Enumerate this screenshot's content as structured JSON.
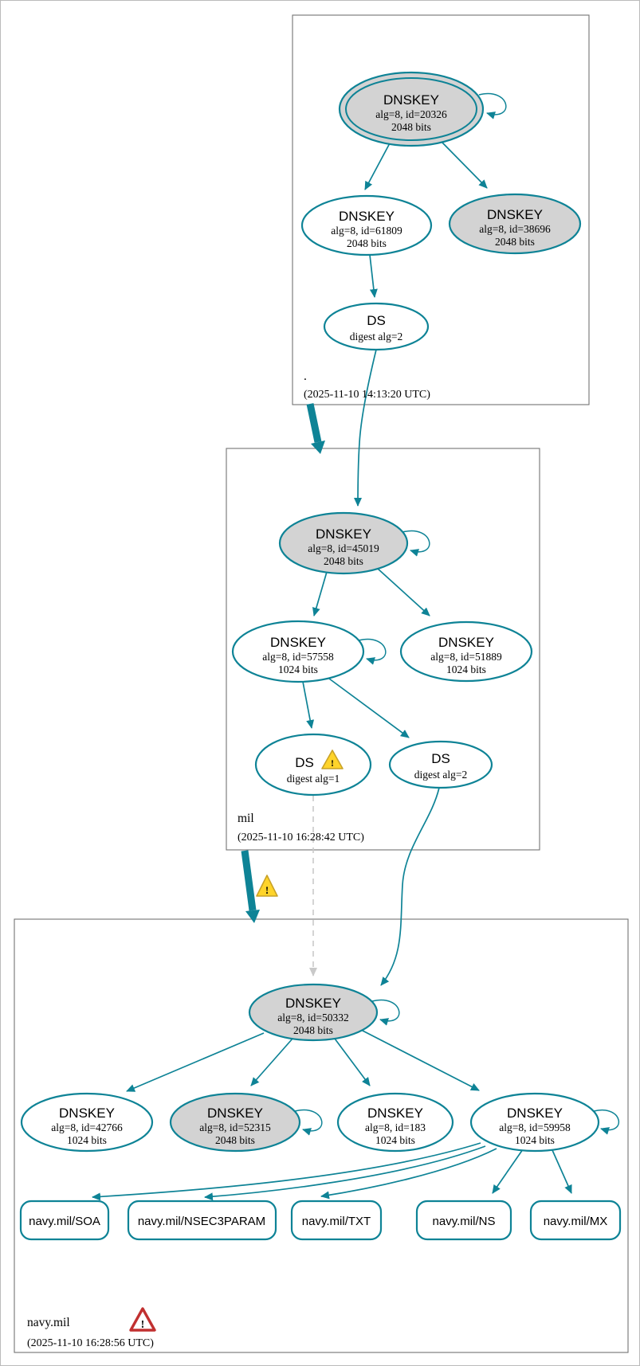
{
  "diagram": {
    "kind": "DNSSEC authentication chain graph",
    "colors": {
      "secure_edge": "#0e8396",
      "node_fill_gray": "#d3d3d3",
      "node_fill_white": "#ffffff",
      "zone_border": "#737373",
      "insecure_dashed": "#c9c9c9",
      "warning_yellow": "#FFD42A",
      "error_red": "#C13030"
    }
  },
  "zones": {
    "root": {
      "name": ".",
      "timestamp": "(2025-11-10 14:13:20 UTC)",
      "nodes": {
        "ksk": {
          "title": "DNSKEY",
          "detail": "alg=8, id=20326",
          "bits": "2048 bits"
        },
        "zsk": {
          "title": "DNSKEY",
          "detail": "alg=8, id=61809",
          "bits": "2048 bits"
        },
        "key3": {
          "title": "DNSKEY",
          "detail": "alg=8, id=38696",
          "bits": "2048 bits"
        },
        "ds": {
          "title": "DS",
          "detail": "digest alg=2"
        }
      }
    },
    "mil": {
      "name": "mil",
      "timestamp": "(2025-11-10 16:28:42 UTC)",
      "nodes": {
        "ksk": {
          "title": "DNSKEY",
          "detail": "alg=8, id=45019",
          "bits": "2048 bits"
        },
        "zsk": {
          "title": "DNSKEY",
          "detail": "alg=8, id=57558",
          "bits": "1024 bits"
        },
        "key3": {
          "title": "DNSKEY",
          "detail": "alg=8, id=51889",
          "bits": "1024 bits"
        },
        "ds1": {
          "title": "DS",
          "detail": "digest alg=1"
        },
        "ds2": {
          "title": "DS",
          "detail": "digest alg=2"
        }
      }
    },
    "navy": {
      "name": "navy.mil",
      "timestamp": "(2025-11-10 16:28:56 UTC)",
      "nodes": {
        "ksk": {
          "title": "DNSKEY",
          "detail": "alg=8, id=50332",
          "bits": "2048 bits"
        },
        "key1": {
          "title": "DNSKEY",
          "detail": "alg=8, id=42766",
          "bits": "1024 bits"
        },
        "key2": {
          "title": "DNSKEY",
          "detail": "alg=8, id=52315",
          "bits": "2048 bits"
        },
        "key3": {
          "title": "DNSKEY",
          "detail": "alg=8, id=183",
          "bits": "1024 bits"
        },
        "key4": {
          "title": "DNSKEY",
          "detail": "alg=8, id=59958",
          "bits": "1024 bits"
        }
      },
      "rrsets": {
        "soa": "navy.mil/SOA",
        "nsec3param": "navy.mil/NSEC3PARAM",
        "txt": "navy.mil/TXT",
        "ns": "navy.mil/NS",
        "mx": "navy.mil/MX"
      }
    }
  },
  "icons": {
    "warning_ds": "warning",
    "warning_delegation": "warning",
    "error_zone": "error"
  }
}
